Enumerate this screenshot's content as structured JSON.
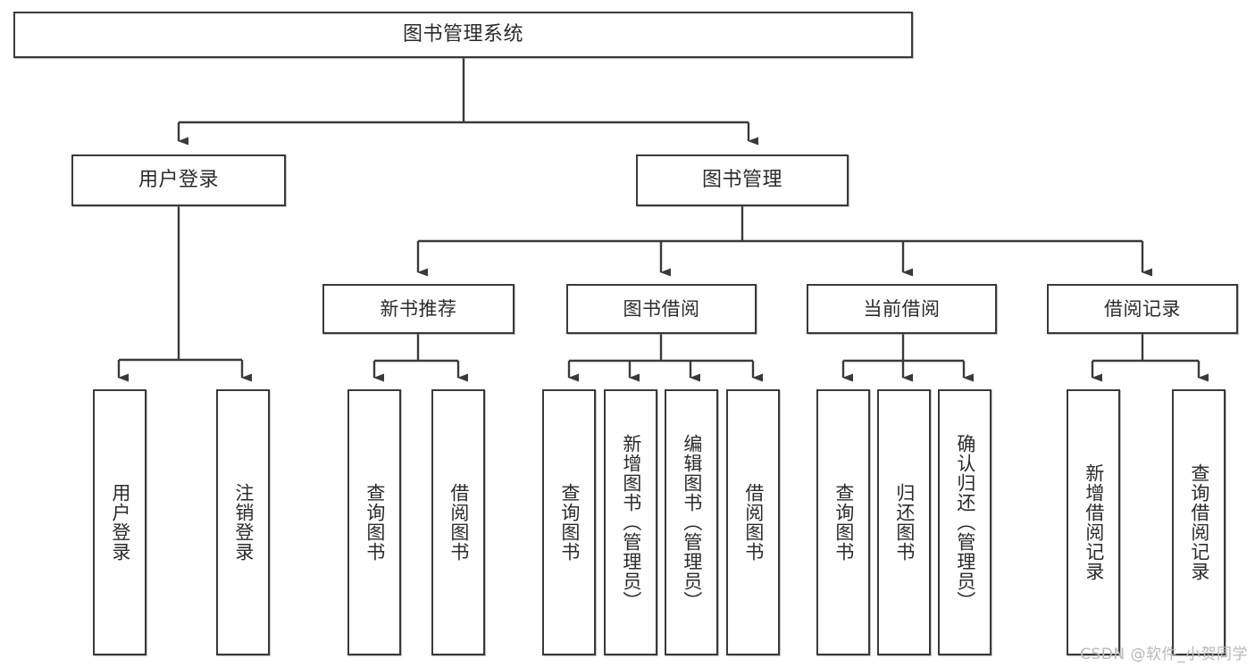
{
  "diagram": {
    "title": "图书管理系统",
    "type": "tree",
    "orientation": "top-down",
    "line_color": "#3a3a3a",
    "box_fill": "#ffffff",
    "text_color": "#2b2b2b",
    "nodes": {
      "root": {
        "label": "图书管理系统"
      },
      "level2": [
        {
          "label": "用户登录"
        },
        {
          "label": "图书管理"
        }
      ],
      "level3": [
        {
          "label": "新书推荐"
        },
        {
          "label": "图书借阅"
        },
        {
          "label": "当前借阅"
        },
        {
          "label": "借阅记录"
        }
      ],
      "leaves": {
        "user_login": [
          {
            "label": "用户登录"
          },
          {
            "label": "注销登录"
          }
        ],
        "new_book_recommend": [
          {
            "label": "查询图书"
          },
          {
            "label": "借阅图书"
          }
        ],
        "book_borrow": [
          {
            "label": "查询图书"
          },
          {
            "label": "新增图书（管理员）"
          },
          {
            "label": "编辑图书（管理员）"
          },
          {
            "label": "借阅图书"
          }
        ],
        "current_borrow": [
          {
            "label": "查询图书"
          },
          {
            "label": "归还图书"
          },
          {
            "label": "确认归还（管理员）"
          }
        ],
        "borrow_record": [
          {
            "label": "新增借阅记录"
          },
          {
            "label": "查询借阅记录"
          }
        ]
      }
    }
  },
  "watermark": {
    "text": "CSDN @软件_小贺同学"
  }
}
